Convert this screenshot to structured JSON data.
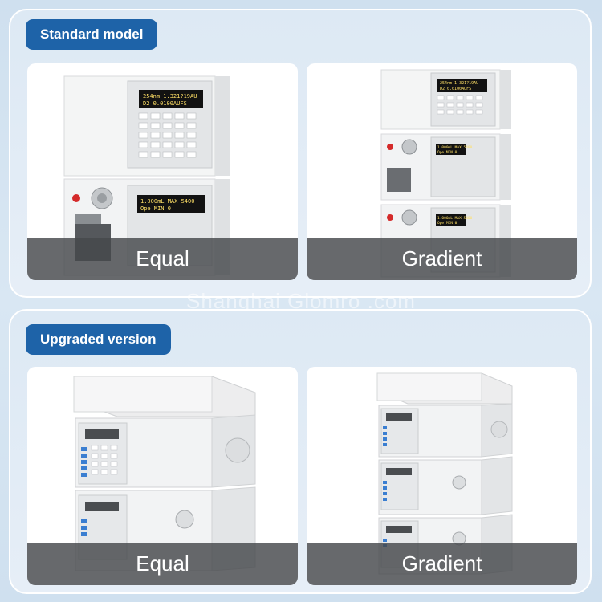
{
  "sections": [
    {
      "title": "Standard model",
      "cards": [
        {
          "caption": "Equal",
          "icon": "hplc-isocratic-system-icon",
          "screen_lines": [
            "254nm 1.321?19AU",
            "D2  0.0100AUFS",
            "1.000mL  MAX  5400",
            "Ope   MIN   0"
          ]
        },
        {
          "caption": "Gradient",
          "icon": "hplc-gradient-system-icon",
          "screen_lines": [
            "254nm 1.321?19AU",
            "D2  0.0100AUFS",
            "1.000mL MAX 5400",
            "Ope  MIN  0"
          ]
        }
      ]
    },
    {
      "title": "Upgraded version",
      "cards": [
        {
          "caption": "Equal",
          "icon": "hplc-upgraded-isocratic-icon"
        },
        {
          "caption": "Gradient",
          "icon": "hplc-upgraded-gradient-icon"
        }
      ]
    }
  ],
  "watermark": "Shanghai Glomro .com",
  "colors": {
    "badge": "#1e63a8",
    "caption_bg": "#46484c",
    "panel_border": "#ffffff"
  }
}
